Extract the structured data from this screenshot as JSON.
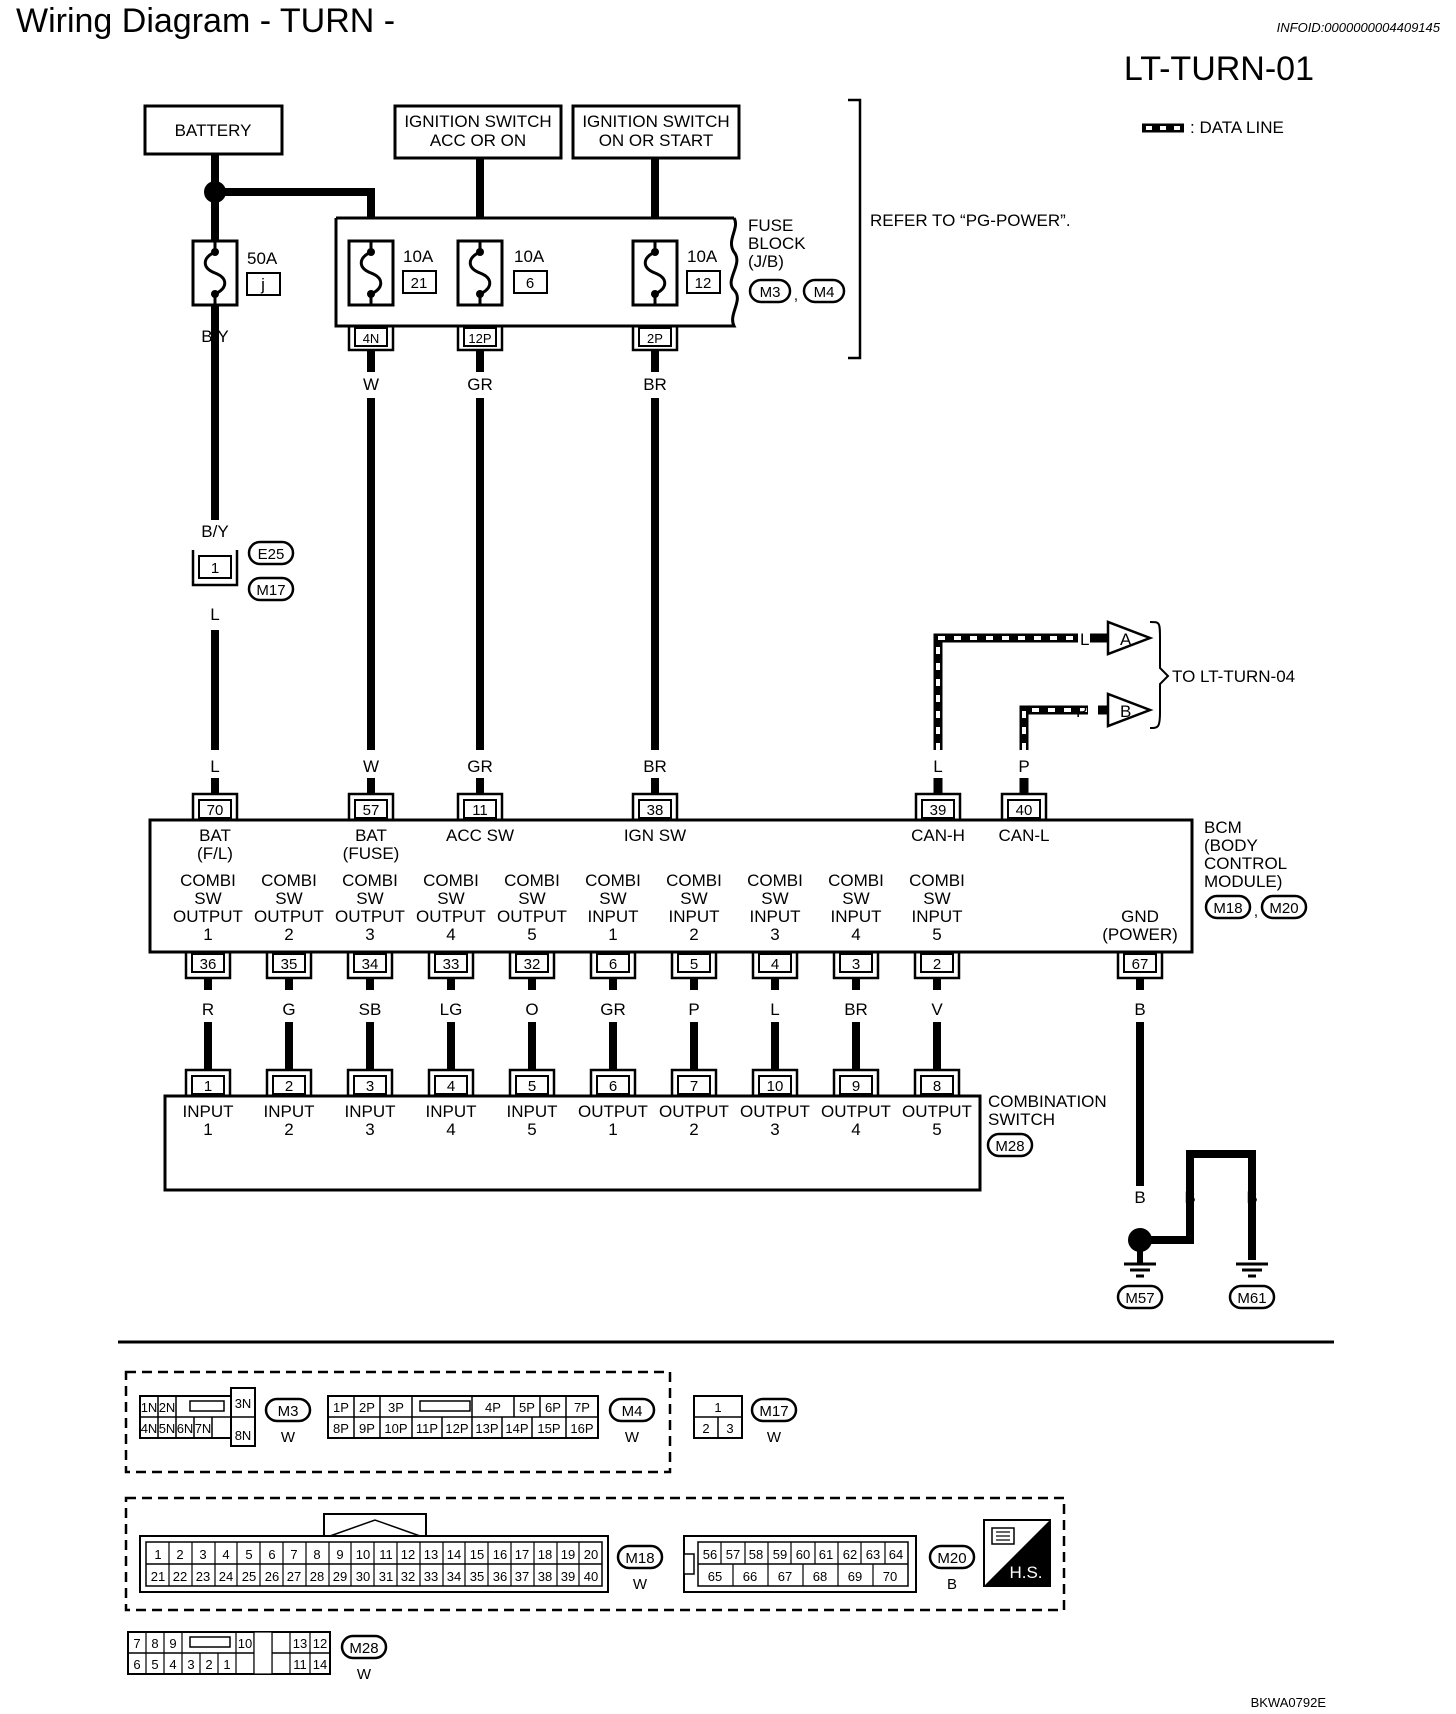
{
  "header": {
    "title": "Wiring Diagram - TURN -",
    "info_id": "INFOID:0000000004409145",
    "page_code": "LT-TURN-01"
  },
  "legend": {
    "data_line": ": DATA LINE"
  },
  "power_sources": {
    "battery": "BATTERY",
    "ign_acc": [
      "IGNITION SWITCH",
      "ACC OR ON"
    ],
    "ign_on": [
      "IGNITION SWITCH",
      "ON OR START"
    ]
  },
  "refer_note": "REFER TO “PG-POWER”.",
  "fuse_block": {
    "label": [
      "FUSE",
      "BLOCK",
      "(J/B)"
    ],
    "connectors": [
      "M3",
      "M4"
    ],
    "sep": ","
  },
  "fusible_link": {
    "amp": "50A",
    "id": "j",
    "wire": "B/Y"
  },
  "fuses": [
    {
      "amp": "10A",
      "num": "21",
      "term": "4N",
      "wire": "W"
    },
    {
      "amp": "10A",
      "num": "6",
      "term": "12P",
      "wire": "GR"
    },
    {
      "amp": "10A",
      "num": "12",
      "term": "2P",
      "wire": "BR"
    }
  ],
  "joint": {
    "top_wire": "B/Y",
    "pin": "1",
    "conn1": "E25",
    "conn2": "M17",
    "bottom_wire": "L"
  },
  "can_lines": {
    "dest": "TO LT-TURN-04",
    "a": {
      "wire": "L",
      "tag": "A"
    },
    "b": {
      "wire": "P",
      "tag": "B"
    }
  },
  "bcm": {
    "label": [
      "BCM",
      "(BODY",
      "CONTROL",
      "MODULE)"
    ],
    "connectors": [
      "M18",
      "M20"
    ],
    "sep": ",",
    "top_pins": [
      {
        "pin": "70",
        "wire": "L",
        "lines": [
          "BAT",
          "(F/L)"
        ]
      },
      {
        "pin": "57",
        "wire": "W",
        "lines": [
          "BAT",
          "(FUSE)"
        ]
      },
      {
        "pin": "11",
        "wire": "GR",
        "lines": [
          "ACC SW"
        ]
      },
      {
        "pin": "38",
        "wire": "BR",
        "lines": [
          "IGN SW"
        ]
      },
      {
        "pin": "39",
        "wire": "L",
        "lines": [
          "CAN-H"
        ]
      },
      {
        "pin": "40",
        "wire": "P",
        "lines": [
          "CAN-L"
        ]
      }
    ],
    "bottom_pins": [
      {
        "pin": "36",
        "wire": "R",
        "lines": [
          "COMBI",
          "SW",
          "OUTPUT",
          "1"
        ]
      },
      {
        "pin": "35",
        "wire": "G",
        "lines": [
          "COMBI",
          "SW",
          "OUTPUT",
          "2"
        ]
      },
      {
        "pin": "34",
        "wire": "SB",
        "lines": [
          "COMBI",
          "SW",
          "OUTPUT",
          "3"
        ]
      },
      {
        "pin": "33",
        "wire": "LG",
        "lines": [
          "COMBI",
          "SW",
          "OUTPUT",
          "4"
        ]
      },
      {
        "pin": "32",
        "wire": "O",
        "lines": [
          "COMBI",
          "SW",
          "OUTPUT",
          "5"
        ]
      },
      {
        "pin": "6",
        "wire": "GR",
        "lines": [
          "COMBI",
          "SW",
          "INPUT",
          "1"
        ]
      },
      {
        "pin": "5",
        "wire": "P",
        "lines": [
          "COMBI",
          "SW",
          "INPUT",
          "2"
        ]
      },
      {
        "pin": "4",
        "wire": "L",
        "lines": [
          "COMBI",
          "SW",
          "INPUT",
          "3"
        ]
      },
      {
        "pin": "3",
        "wire": "BR",
        "lines": [
          "COMBI",
          "SW",
          "INPUT",
          "4"
        ]
      },
      {
        "pin": "2",
        "wire": "V",
        "lines": [
          "COMBI",
          "SW",
          "INPUT",
          "5"
        ]
      }
    ],
    "gnd": {
      "pin": "67",
      "wire": "B",
      "lines": [
        "GND",
        "(POWER)"
      ]
    }
  },
  "combination_switch": {
    "label": [
      "COMBINATION",
      "SWITCH"
    ],
    "connector": "M28",
    "pins": [
      {
        "pin": "1",
        "lines": [
          "INPUT",
          "1"
        ]
      },
      {
        "pin": "2",
        "lines": [
          "INPUT",
          "2"
        ]
      },
      {
        "pin": "3",
        "lines": [
          "INPUT",
          "3"
        ]
      },
      {
        "pin": "4",
        "lines": [
          "INPUT",
          "4"
        ]
      },
      {
        "pin": "5",
        "lines": [
          "INPUT",
          "5"
        ]
      },
      {
        "pin": "6",
        "lines": [
          "OUTPUT",
          "1"
        ]
      },
      {
        "pin": "7",
        "lines": [
          "OUTPUT",
          "2"
        ]
      },
      {
        "pin": "10",
        "lines": [
          "OUTPUT",
          "3"
        ]
      },
      {
        "pin": "9",
        "lines": [
          "OUTPUT",
          "4"
        ]
      },
      {
        "pin": "8",
        "lines": [
          "OUTPUT",
          "5"
        ]
      }
    ]
  },
  "ground": {
    "wires": [
      "B",
      "B",
      "B"
    ],
    "points": [
      "M57",
      "M61"
    ]
  },
  "connector_views": {
    "m3": {
      "id": "M3",
      "color": "W",
      "row1": [
        "1N",
        "2N",
        "",
        "3N"
      ],
      "row2": [
        "4N",
        "5N",
        "6N",
        "7N",
        "8N"
      ]
    },
    "m4": {
      "id": "M4",
      "color": "W",
      "row1": [
        "1P",
        "2P",
        "3P",
        "",
        "4P",
        "5P",
        "6P",
        "7P"
      ],
      "row2": [
        "8P",
        "9P",
        "10P",
        "11P",
        "12P",
        "13P",
        "14P",
        "15P",
        "16P"
      ]
    },
    "m17": {
      "id": "M17",
      "color": "W",
      "row1": [
        "1"
      ],
      "row2": [
        "2",
        "3"
      ]
    },
    "m18": {
      "id": "M18",
      "color": "W",
      "row1": [
        "1",
        "2",
        "3",
        "4",
        "5",
        "6",
        "7",
        "8",
        "9",
        "10",
        "11",
        "12",
        "13",
        "14",
        "15",
        "16",
        "17",
        "18",
        "19",
        "20"
      ],
      "row2": [
        "21",
        "22",
        "23",
        "24",
        "25",
        "26",
        "27",
        "28",
        "29",
        "30",
        "31",
        "32",
        "33",
        "34",
        "35",
        "36",
        "37",
        "38",
        "39",
        "40"
      ]
    },
    "m20": {
      "id": "M20",
      "color": "B",
      "row1": [
        "56",
        "57",
        "58",
        "59",
        "60",
        "61",
        "62",
        "63",
        "64"
      ],
      "row2": [
        "65",
        "66",
        "67",
        "68",
        "69",
        "70"
      ]
    },
    "m28": {
      "id": "M28",
      "color": "W",
      "row1": [
        "7",
        "8",
        "9",
        "",
        "10",
        "",
        "13",
        "12"
      ],
      "row2": [
        "6",
        "5",
        "4",
        "3",
        "2",
        "1",
        "",
        "11",
        "14"
      ]
    },
    "hs": "H.S."
  },
  "footer_code": "BKWA0792E"
}
